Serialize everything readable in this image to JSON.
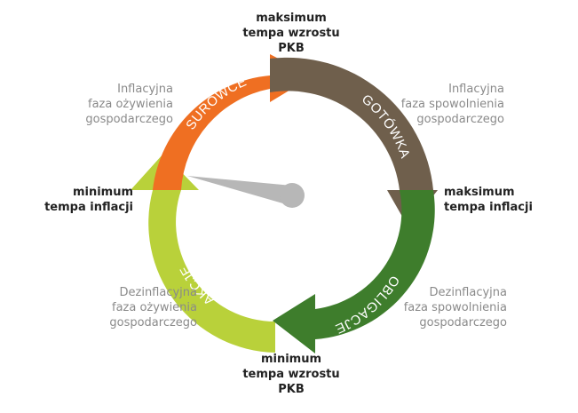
{
  "colors": {
    "surowce": "#ef6f22",
    "gotowka": "#6f5f4c",
    "obligacje": "#3e7d2c",
    "akcje": "#b9d13a",
    "needle": "#b7b7b7",
    "bold_text": "#222222",
    "phase_text": "#8a8a8a"
  },
  "sectors": {
    "surowce": "SUROWCE",
    "gotowka": "GOTÓWKA",
    "obligacje": "OBLIGACJE",
    "akcje": "AKCJE"
  },
  "extremes": {
    "top": [
      "maksimum",
      "tempa wzrostu",
      "PKB"
    ],
    "right": [
      "maksimum",
      "tempa inflacji"
    ],
    "bottom": [
      "minimum",
      "tempa wzrostu",
      "PKB"
    ],
    "left": [
      "minimum",
      "tempa inflacji"
    ]
  },
  "phases": {
    "top_left": [
      "Inflacyjna",
      "faza ożywienia",
      "gospodarczego"
    ],
    "top_right": [
      "Inflacyjna",
      "faza spowolnienia",
      "gospodarczego"
    ],
    "bottom_right": [
      "Dezinflacyjna",
      "faza spowolnienia",
      "gospodarczego"
    ],
    "bottom_left": [
      "Dezinflacyjna",
      "faza ożywienia",
      "gospodarczego"
    ]
  }
}
